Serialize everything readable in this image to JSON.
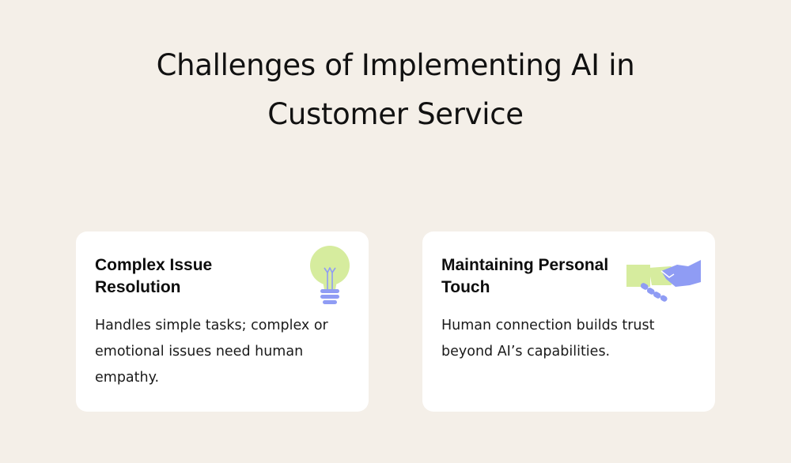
{
  "heading": {
    "line1": "Challenges of Implementing AI in",
    "line2": "Customer Service"
  },
  "cards": [
    {
      "title": "Complex Issue Resolution",
      "text": "Handles simple tasks; complex or emotional issues need human empathy.",
      "icon": "lightbulb-icon"
    },
    {
      "title": "Maintaining Personal Touch",
      "text": "Human connection builds trust beyond AI’s capabilities.",
      "icon": "handshake-icon"
    }
  ],
  "colors": {
    "background": "#f4efe8",
    "card": "#ffffff",
    "accent_green": "#d6ec9e",
    "accent_blue": "#8f9cf4"
  }
}
